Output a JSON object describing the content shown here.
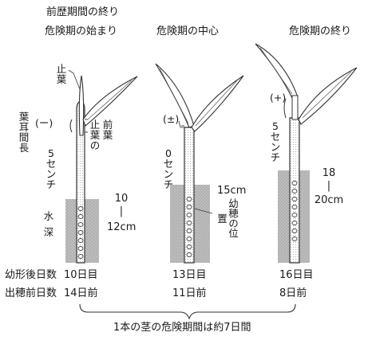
{
  "stages": [
    {
      "title_lines": [
        "前歴期間の終り",
        "危険期の始まり"
      ],
      "auricle_label": "(ー)",
      "auricle_value": "5センチ",
      "depth_lines": [
        "10",
        "|",
        "12cm"
      ],
      "after_transplant": "10日目",
      "before_heading": "14日前"
    },
    {
      "title_lines": [
        "危険期の中心"
      ],
      "auricle_label": "(±)",
      "auricle_value": "0センチ",
      "depth_lines": [
        "15cm"
      ],
      "after_transplant": "13日目",
      "before_heading": "11日前"
    },
    {
      "title_lines": [
        "危険期の終り"
      ],
      "auricle_label": "(+)",
      "auricle_value": "5センチ",
      "depth_lines": [
        "18",
        "|",
        "20cm"
      ],
      "after_transplant": "16日目",
      "before_heading": "8日前"
    }
  ],
  "labels": {
    "flag_leaf": "止葉",
    "auricle_distance": "葉耳間長",
    "flag_leaf_before": "前葉",
    "flag_leaf_auricle": "止葉の",
    "water_depth": "水深",
    "panicle_position": "幼穂の位置"
  },
  "rows": {
    "after_transplant_label": "幼形後日数",
    "before_heading_label": "出穂前日数"
  },
  "footer": "1本の茎の危険期間は約7日間",
  "colors": {
    "water": "#b8b8b8",
    "stroke": "#333333",
    "leaf_fill": "#ffffff"
  }
}
